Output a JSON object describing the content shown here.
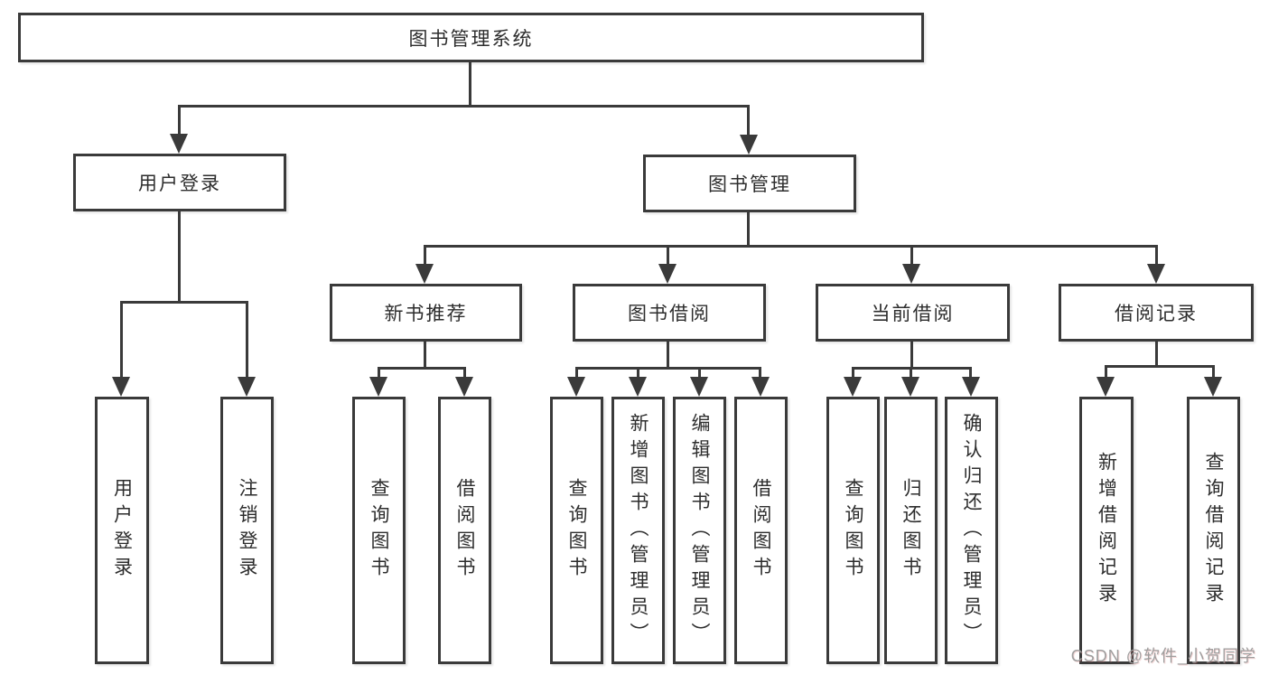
{
  "nodes": {
    "root": "图书管理系统",
    "level2": {
      "user_login": "用户登录",
      "book_mgmt": "图书管理"
    },
    "level3": {
      "new_books": "新书推荐",
      "book_borrow": "图书借阅",
      "current_borrow": "当前借阅",
      "borrow_records": "借阅记录"
    },
    "leaves": {
      "ul_login": "用户登录",
      "ul_logout": "注销登录",
      "nb_query": "查询图书",
      "nb_borrow": "借阅图书",
      "bb_query": "查询图书",
      "bb_add": "新增图书（管理员）",
      "bb_edit": "编辑图书（管理员）",
      "bb_borrow": "借阅图书",
      "cb_query": "查询图书",
      "cb_return": "归还图书",
      "cb_confirm": "确认归还（管理员）",
      "br_add": "新增借阅记录",
      "br_query": "查询借阅记录"
    }
  },
  "watermark": "CSDN @软件_小贺同学",
  "colors": {
    "line": "#3a3a3a",
    "text": "#2d2d2d",
    "background": "#ffffff",
    "watermark": "#9e9e9e"
  }
}
